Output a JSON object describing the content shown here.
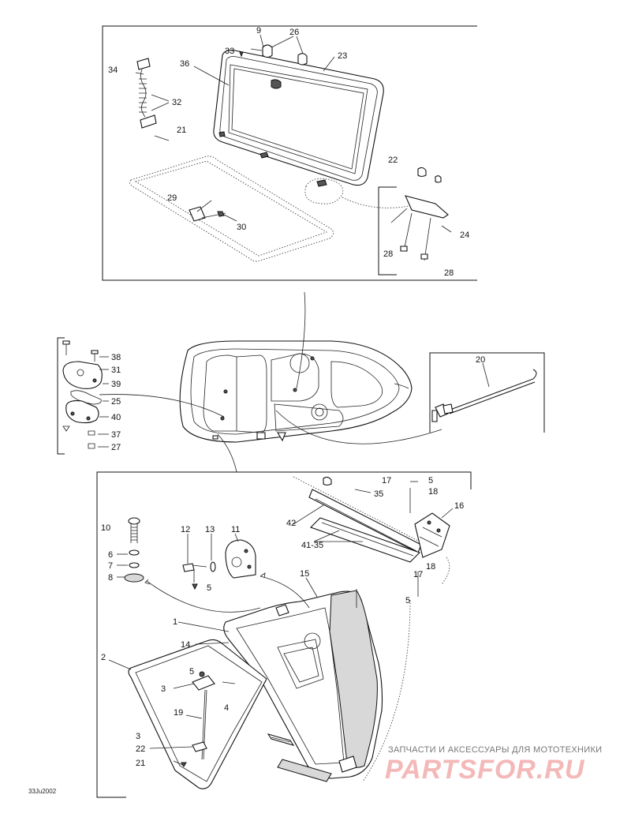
{
  "diagram": {
    "labels": [
      {
        "id": "9",
        "text": "9"
      },
      {
        "id": "26",
        "text": "26"
      },
      {
        "id": "33",
        "text": "33"
      },
      {
        "id": "23",
        "text": "23"
      },
      {
        "id": "36",
        "text": "36"
      },
      {
        "id": "34",
        "text": "34"
      },
      {
        "id": "32",
        "text": "32"
      },
      {
        "id": "21a",
        "text": "21"
      },
      {
        "id": "22a",
        "text": "22"
      },
      {
        "id": "24",
        "text": "24"
      },
      {
        "id": "28a",
        "text": "28"
      },
      {
        "id": "28b",
        "text": "28"
      },
      {
        "id": "29",
        "text": "29"
      },
      {
        "id": "30",
        "text": "30"
      },
      {
        "id": "38",
        "text": "38"
      },
      {
        "id": "31",
        "text": "31"
      },
      {
        "id": "39",
        "text": "39"
      },
      {
        "id": "25",
        "text": "25"
      },
      {
        "id": "40",
        "text": "40"
      },
      {
        "id": "37",
        "text": "37"
      },
      {
        "id": "27",
        "text": "27"
      },
      {
        "id": "20",
        "text": "20"
      },
      {
        "id": "17a",
        "text": "17"
      },
      {
        "id": "5a",
        "text": "5"
      },
      {
        "id": "18a",
        "text": "18"
      },
      {
        "id": "35",
        "text": "35"
      },
      {
        "id": "16",
        "text": "16"
      },
      {
        "id": "42",
        "text": "42"
      },
      {
        "id": "41-35",
        "text": "41-35"
      },
      {
        "id": "10",
        "text": "10"
      },
      {
        "id": "12",
        "text": "12"
      },
      {
        "id": "13",
        "text": "13"
      },
      {
        "id": "11",
        "text": "11"
      },
      {
        "id": "6",
        "text": "6"
      },
      {
        "id": "7",
        "text": "7"
      },
      {
        "id": "8",
        "text": "8"
      },
      {
        "id": "5b",
        "text": "5"
      },
      {
        "id": "15",
        "text": "15"
      },
      {
        "id": "18b",
        "text": "18"
      },
      {
        "id": "17b",
        "text": "17"
      },
      {
        "id": "5c",
        "text": "5"
      },
      {
        "id": "1",
        "text": "1"
      },
      {
        "id": "14",
        "text": "14"
      },
      {
        "id": "2",
        "text": "2"
      },
      {
        "id": "5d",
        "text": "5"
      },
      {
        "id": "3a",
        "text": "3"
      },
      {
        "id": "4",
        "text": "4"
      },
      {
        "id": "19",
        "text": "19"
      },
      {
        "id": "3b",
        "text": "3"
      },
      {
        "id": "22b",
        "text": "22"
      },
      {
        "id": "21b",
        "text": "21"
      }
    ],
    "drawing_code": "33Ju2002"
  },
  "watermark": {
    "tagline": "ЗАПЧАСТИ И АКСЕССУАРЫ ДЛЯ МОТОТЕХНИКИ",
    "logo": "PARTSFOR.RU"
  }
}
